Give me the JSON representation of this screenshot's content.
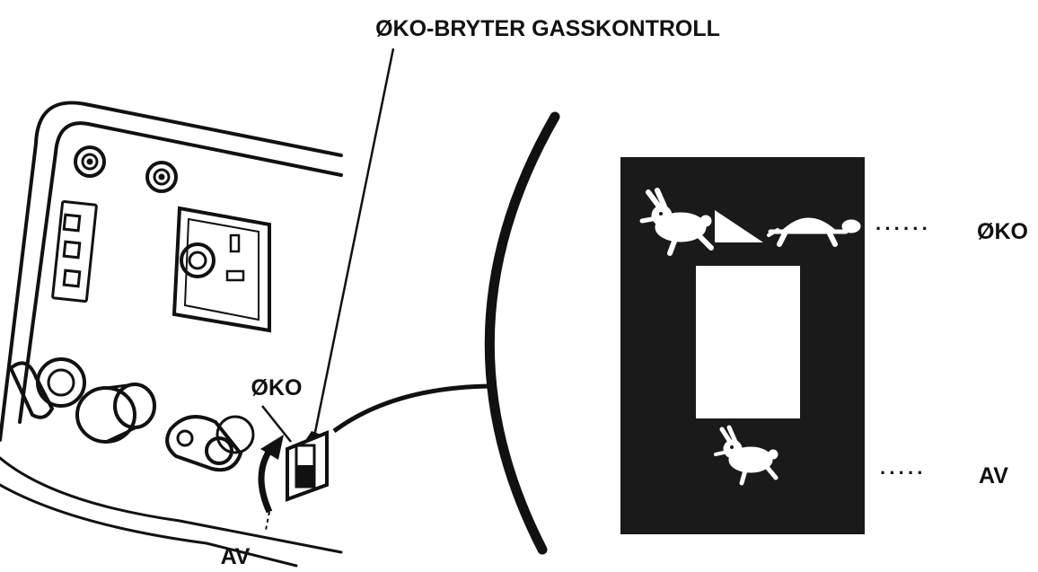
{
  "labels": {
    "title": "ØKO-BRYTER GASSKONTROLL",
    "switch_eco": "ØKO",
    "switch_off": "AV",
    "callout_eco": "ØKO",
    "callout_off": "AV"
  },
  "dotted_leader": "······",
  "dotted_leader_short": "·····",
  "icons": {
    "fast_top": "rabbit-icon",
    "ramp": "ramp-icon",
    "slow": "turtle-icon",
    "fast_bottom": "rabbit-icon"
  },
  "colors": {
    "ink": "#111111",
    "panel": "#1a1a1a",
    "paper": "#ffffff"
  }
}
